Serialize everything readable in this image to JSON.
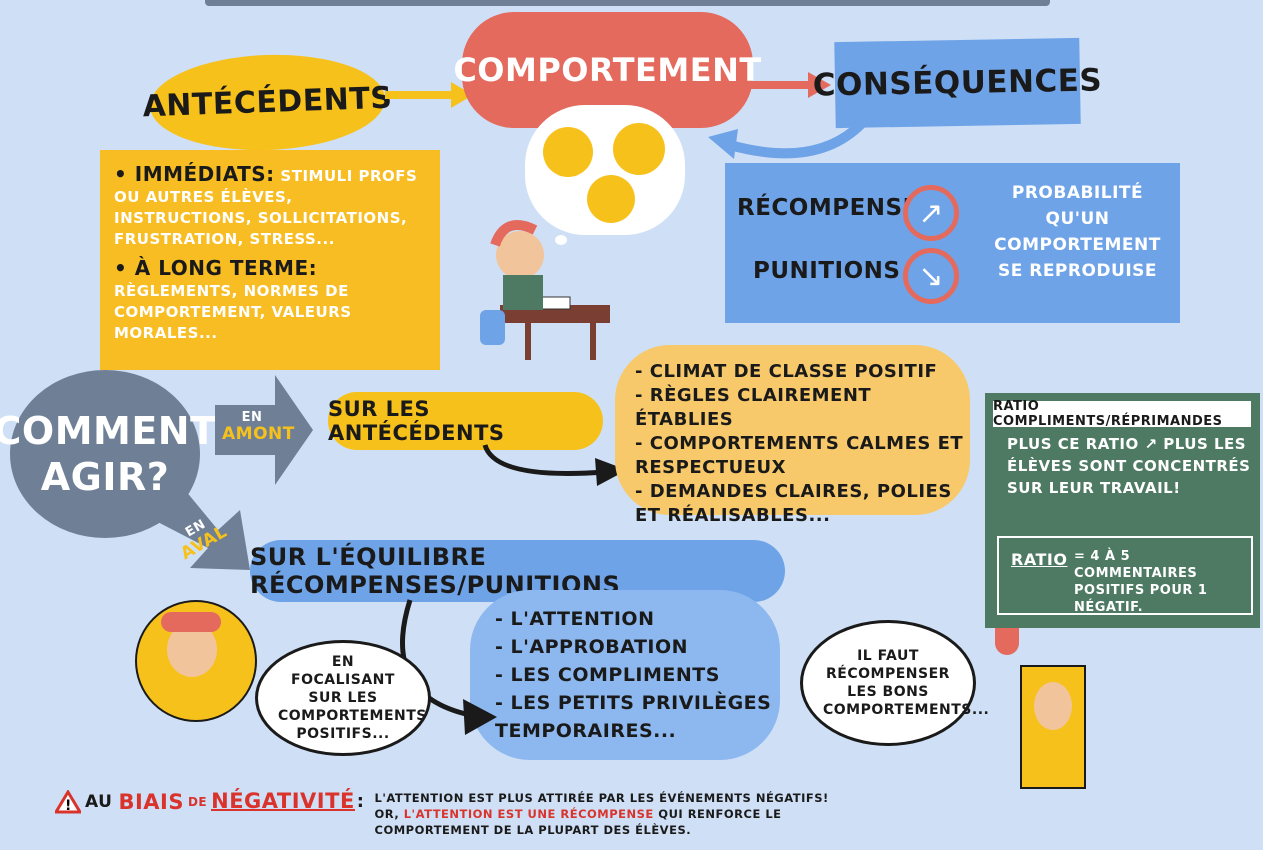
{
  "colors": {
    "background": "#cfe0f6",
    "yellow": "#f7c11c",
    "coral": "#e36a5d",
    "blue": "#6fa3e8",
    "slate": "#6f7f95",
    "green": "#4e7a63",
    "red": "#d9332c"
  },
  "top": {
    "antecedents": "ANTÉCÉDENTS",
    "comportement": "COMPORTEMENT",
    "consequences": "CONSÉQUENCES"
  },
  "antecedents_box": {
    "immediats_label": "IMMÉDIATS:",
    "immediats_text": "STIMULI PROFS OU AUTRES ÉLÈVES, INSTRUCTIONS, SOLLICITATIONS, FRUSTRATION, STRESS...",
    "longterme_label": "À LONG TERME:",
    "longterme_text": "RÈGLEMENTS, NORMES DE COMPORTEMENT, VALEURS MORALES..."
  },
  "consequences_box": {
    "recompenses": "RÉCOMPENSES",
    "punitions": "PUNITIONS",
    "up_icon": "arrow-up-right-icon",
    "down_icon": "arrow-down-right-icon",
    "probabilite": "PROBABILITÉ QU'UN COMPORTEMENT SE REPRODUISE"
  },
  "comment": {
    "line1": "COMMENT",
    "line2": "AGIR?"
  },
  "amont": {
    "en": "EN",
    "word": "AMONT"
  },
  "aval": {
    "en": "EN",
    "word": "AVAL"
  },
  "sur_antecedents": "SUR LES ANTÉCÉDENTS",
  "antecedents_list": [
    "- CLIMAT DE CLASSE POSITIF",
    "- RÈGLES CLAIREMENT ÉTABLIES",
    "- COMPORTEMENTS CALMES ET RESPECTUEUX",
    "- DEMANDES CLAIRES, POLIES ET RÉALISABLES..."
  ],
  "equilibre": "SUR L'ÉQUILIBRE RÉCOMPENSES/PUNITIONS",
  "equilibre_list": [
    "- L'ATTENTION",
    "- L'APPROBATION",
    "- LES COMPLIMENTS",
    "- LES PETITS PRIVILÈGES TEMPORAIRES..."
  ],
  "bubble_left": "EN FOCALISANT SUR LES COMPORTEMENTS POSITIFS...",
  "bubble_right": "IL FAUT RÉCOMPENSER LES BONS COMPORTEMENTS...",
  "ratio_panel": {
    "title": "RATIO COMPLIMENTS/RÉPRIMANDES",
    "text": "PLUS CE RATIO ↗ PLUS LES ÉLÈVES SONT CONCENTRÉS SUR LEUR TRAVAIL!",
    "ratio_label": "RATIO",
    "ratio_value": "= 4 À 5 COMMENTAIRES POSITIFS POUR 1 NÉGATIF."
  },
  "footer": {
    "warning_icon": "warning-icon",
    "au": "AU",
    "biais": "BIAIS",
    "de": "DE",
    "negativite": "NÉGATIVITÉ",
    "colon": ":",
    "line1": "L'ATTENTION EST PLUS ATTIRÉE PAR LES ÉVÉNEMENTS NÉGATIFS!",
    "line2_or": "OR,",
    "line2_red": "L'ATTENTION EST UNE RÉCOMPENSE",
    "line2_rest": "QUI RENFORCE LE",
    "line3": "COMPORTEMENT DE LA PLUPART DES ÉLÈVES."
  }
}
